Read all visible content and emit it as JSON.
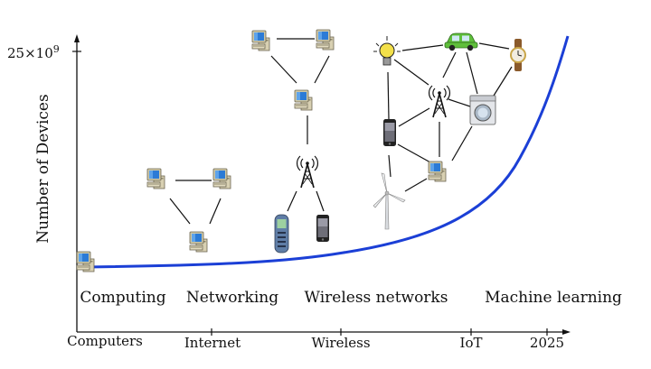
{
  "y_axis": {
    "label": "Number of Devices",
    "max_label_base": "25×10",
    "max_label_exp": "9"
  },
  "x_axis": {
    "ticks": [
      "Computers",
      "Internet",
      "Wireless",
      "IoT",
      "2025"
    ]
  },
  "eras": [
    "Computing",
    "Networking",
    "Wireless networks",
    "Machine learning"
  ],
  "icons": {
    "computer": "desktop-computer-icon",
    "tower": "cell-tower-icon",
    "feature_phone": "feature-phone-icon",
    "smartphone": "smartphone-icon",
    "bulb": "light-bulb-icon",
    "car": "car-icon",
    "watch": "wristwatch-icon",
    "washer": "washing-machine-icon",
    "turbine": "wind-turbine-icon"
  },
  "colors": {
    "curve": "#1b3fd6",
    "axis": "#111111",
    "monitor": "#cfc8a6",
    "screen": "#2c7bd6",
    "car": "#5fbf3b",
    "bulb": "#f3e04a"
  }
}
